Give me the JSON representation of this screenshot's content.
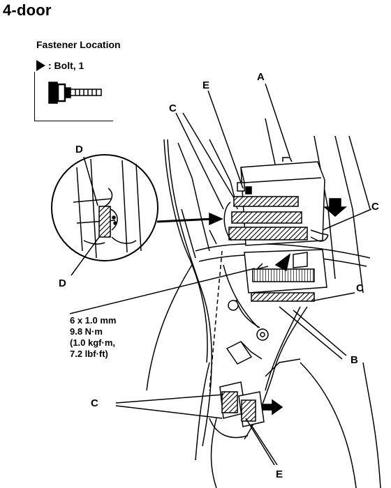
{
  "title": "4-door",
  "fastener": {
    "heading": "Fastener Location",
    "legend": ": Bolt, 1",
    "icon": "bolt-icon"
  },
  "labels": {
    "a": "A",
    "b": "B",
    "c": "C",
    "d": "D",
    "e": "E"
  },
  "torque": {
    "size": "6 x 1.0 mm",
    "nm": "9.8 N·m",
    "kgf": "(1.0 kgf·m,",
    "lbf": "7.2 lbf·ft)"
  }
}
